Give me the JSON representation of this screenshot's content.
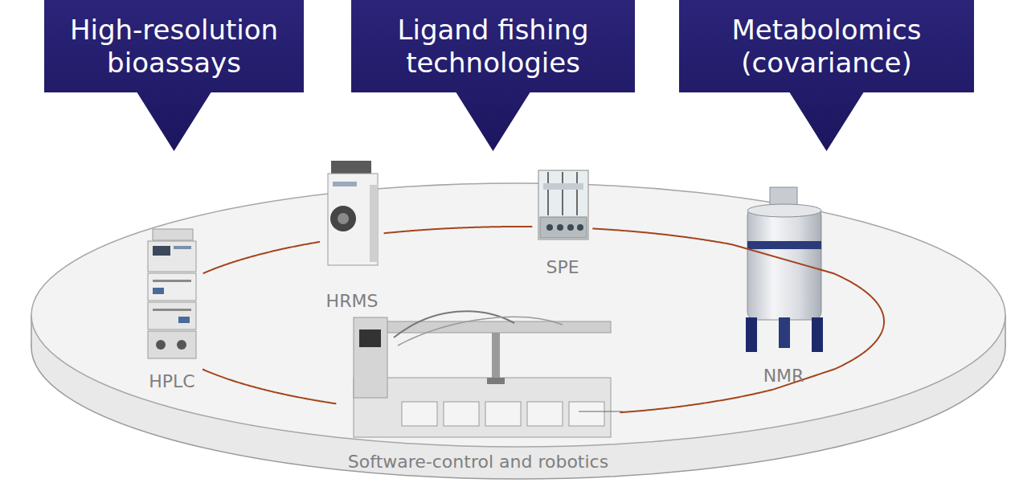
{
  "diagram": {
    "nodes": [
      {
        "text": [
          "High-resolution bioassays"
        ]
      },
      {
        "text": [
          "Ligand fishing technologies"
        ]
      },
      {
        "text": [
          "Metabolomics (covariance)"
        ]
      },
      {
        "text": [
          "HPLC"
        ]
      },
      {
        "text": [
          "HRMS"
        ]
      },
      {
        "text": [
          "SPE"
        ]
      },
      {
        "text": [
          "NMR"
        ]
      },
      {
        "text": [
          "Software-control and robotics"
        ]
      }
    ],
    "edges": [
      {
        "from": 3,
        "to": 4,
        "arrow": "none"
      },
      {
        "from": 4,
        "to": 5,
        "arrow": "none"
      },
      {
        "from": 5,
        "to": 6,
        "arrow": "none"
      },
      {
        "from": 6,
        "to": 7,
        "arrow": "none"
      },
      {
        "from": 7,
        "to": 3,
        "arrow": "none"
      }
    ]
  }
}
